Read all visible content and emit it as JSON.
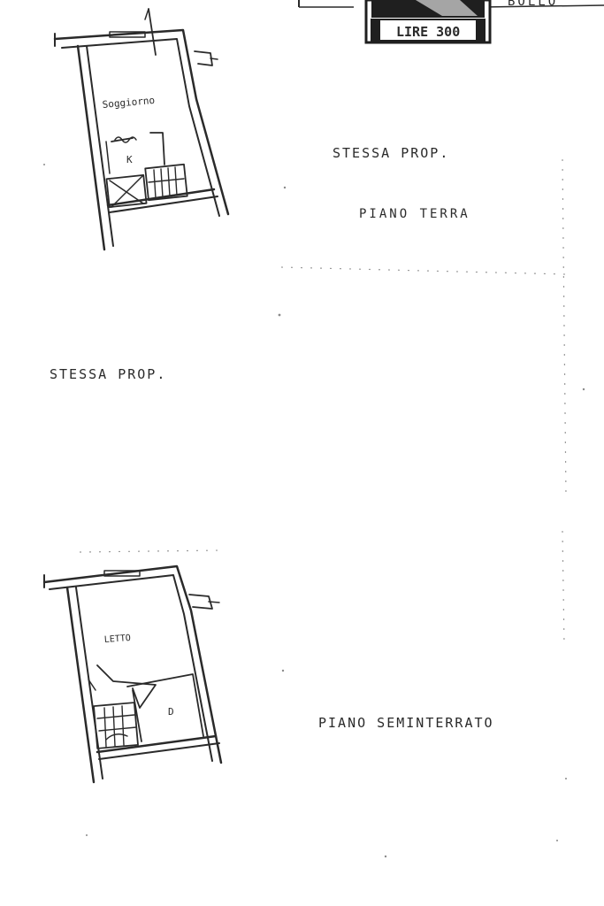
{
  "stamp": {
    "text": "LIRE 300"
  },
  "header_fragment": {
    "text": "BOLLO"
  },
  "upper_plan": {
    "room_label": "Soggiorno",
    "kitchen_label": "K"
  },
  "lower_plan": {
    "room_label": "LETTO",
    "small_room_label": "D"
  },
  "notes": {
    "top_right_owner": "STESSA   PROP.",
    "ground_floor": "PIANO   TERRA",
    "middle_owner": "STESSA   PROP.",
    "basement": "PIANO   SEMINTERRATO"
  },
  "colors": {
    "ink": "#2a2a2a",
    "paper": "#ffffff",
    "stamp_dark": "#1f1f1f"
  }
}
